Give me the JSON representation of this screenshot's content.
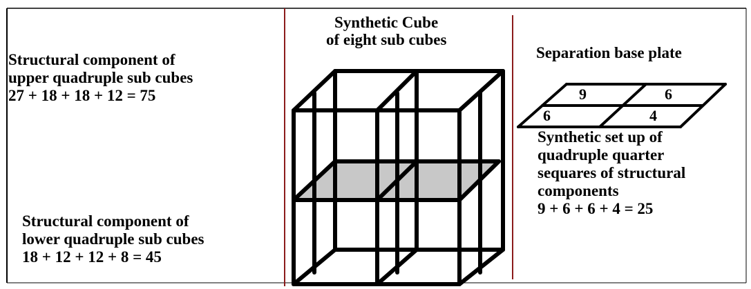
{
  "upper": {
    "line1": "Structural component of",
    "line2": "upper quadruple sub cubes",
    "equation": "27 + 18 + 18 + 12 = 75"
  },
  "lower": {
    "line1": "Structural component of",
    "line2": "lower quadruple sub cubes",
    "equation": "18 + 12 + 12 + 8 = 45"
  },
  "cube": {
    "title1": "Synthetic Cube",
    "title2": "of eight sub cubes"
  },
  "plate": {
    "title": "Separation base plate",
    "values": [
      "9",
      "6",
      "6",
      "4"
    ]
  },
  "setup": {
    "line1": "Synthetic set up of",
    "line2": "quadruple quarter",
    "line3": "sequares of structural",
    "line4": "components",
    "equation": "9 + 6 + 6 + 4 = 25"
  },
  "colors": {
    "divider": "#8b1a1a",
    "shade": "#c8c8c8"
  }
}
